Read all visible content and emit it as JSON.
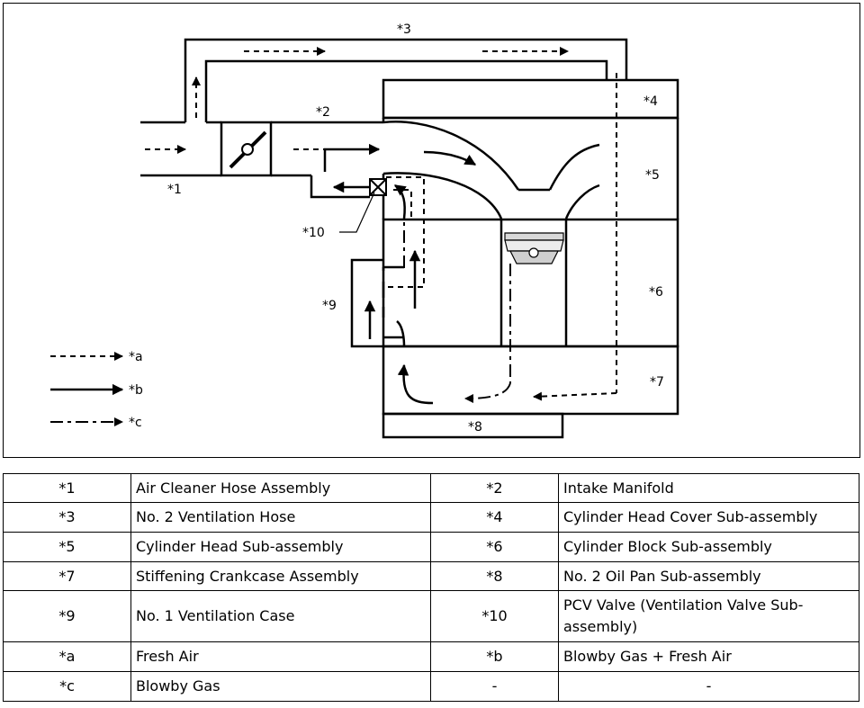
{
  "diagram": {
    "callouts": {
      "c1": "*1",
      "c2": "*2",
      "c3": "*3",
      "c4": "*4",
      "c5": "*5",
      "c6": "*6",
      "c7": "*7",
      "c8": "*8",
      "c9": "*9",
      "c10": "*10"
    },
    "legend": {
      "a": "*a",
      "b": "*b",
      "c": "*c"
    },
    "line_color": "#000000"
  },
  "table": {
    "rows": [
      [
        {
          "code": "*1",
          "desc": "Air Cleaner Hose Assembly"
        },
        {
          "code": "*2",
          "desc": "Intake Manifold"
        }
      ],
      [
        {
          "code": "*3",
          "desc": "No. 2 Ventilation Hose"
        },
        {
          "code": "*4",
          "desc": "Cylinder Head Cover Sub-assembly"
        }
      ],
      [
        {
          "code": "*5",
          "desc": "Cylinder Head Sub-assembly"
        },
        {
          "code": "*6",
          "desc": "Cylinder Block Sub-assembly"
        }
      ],
      [
        {
          "code": "*7",
          "desc": "Stiffening Crankcase Assembly"
        },
        {
          "code": "*8",
          "desc": "No. 2 Oil Pan Sub-assembly"
        }
      ],
      [
        {
          "code": "*9",
          "desc": "No. 1 Ventilation Case"
        },
        {
          "code": "*10",
          "desc": "PCV Valve (Ventilation Valve Sub-assembly)"
        }
      ],
      [
        {
          "code": "*a",
          "desc": "Fresh Air"
        },
        {
          "code": "*b",
          "desc": "Blowby Gas + Fresh Air"
        }
      ],
      [
        {
          "code": "*c",
          "desc": "Blowby Gas"
        },
        {
          "code": "-",
          "desc": "-"
        }
      ]
    ]
  }
}
